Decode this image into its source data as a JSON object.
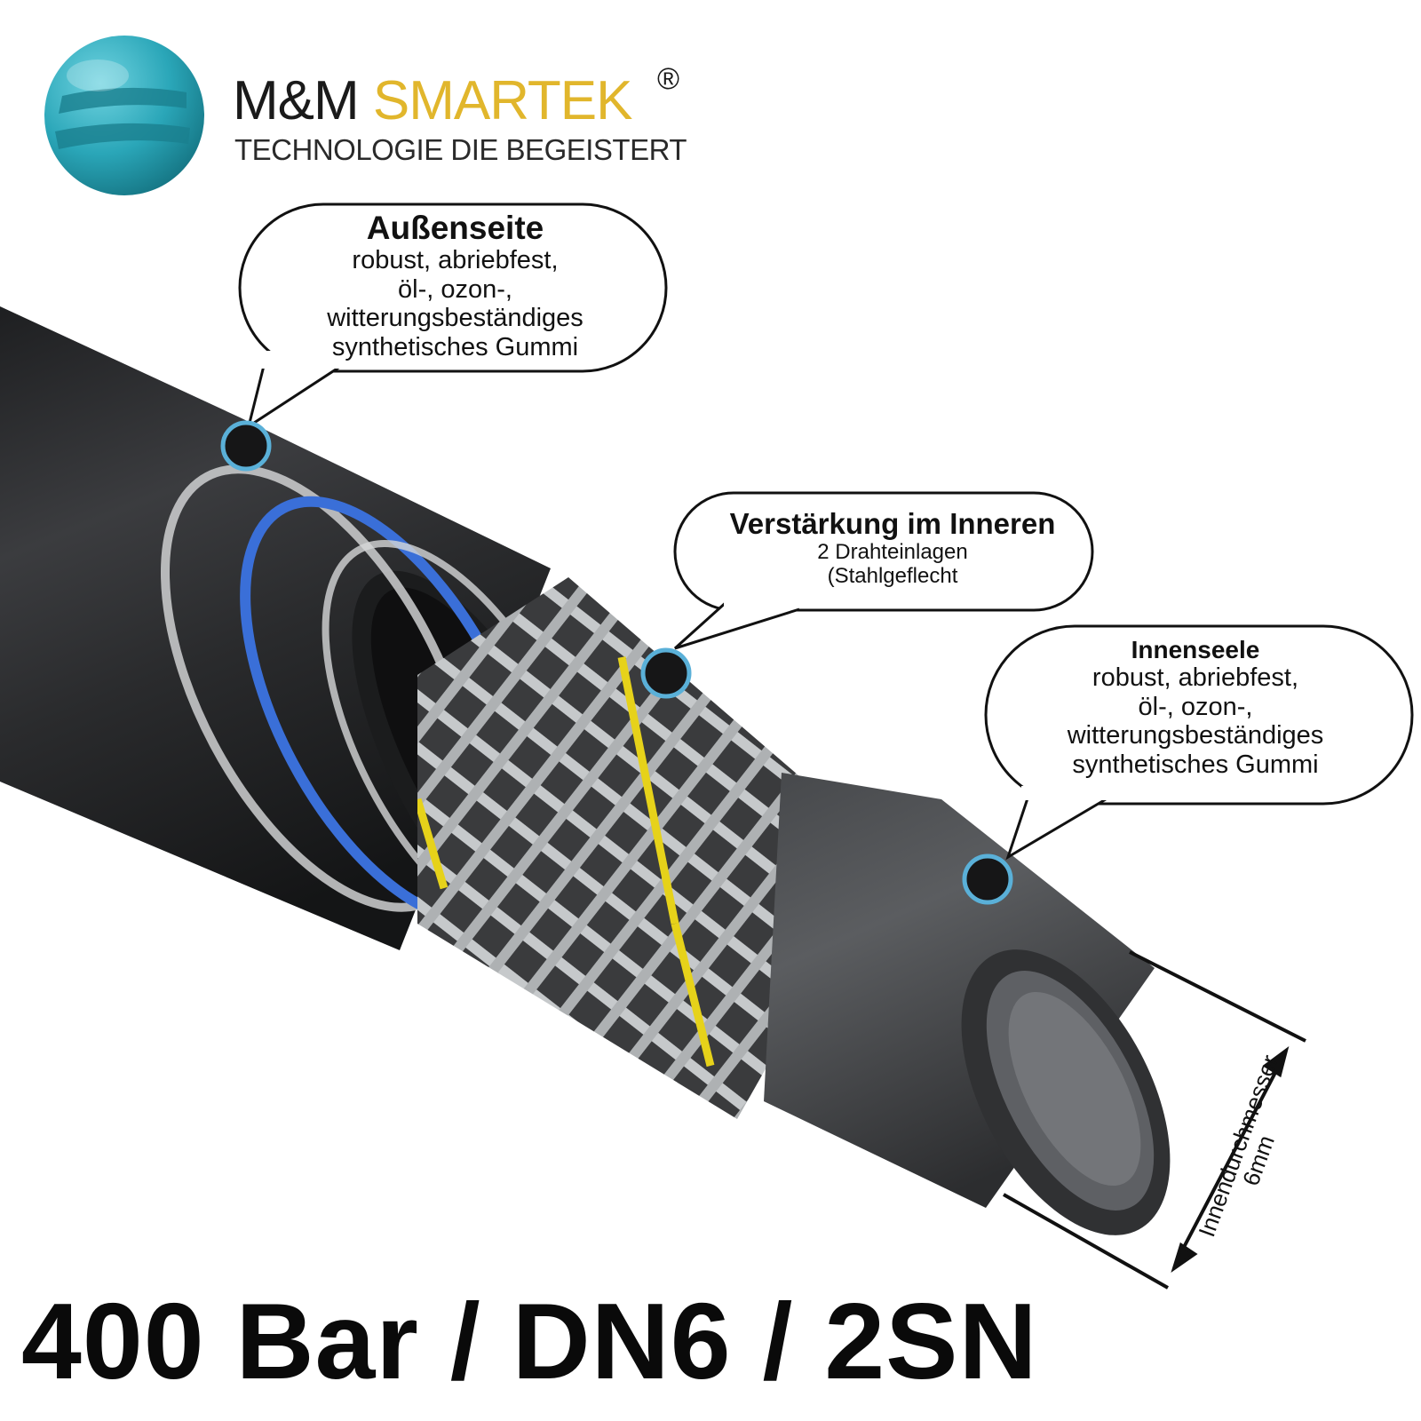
{
  "brand": {
    "name_part1": "M&M",
    "name_part2": "SMARTEK",
    "registered": "®",
    "tagline": "TECHNOLOGIE DIE BEGEISTERT",
    "logo_icon": "teal-sphere-logo-icon",
    "accent_color": "#e1b62c",
    "logo_color": "#2aa6b8"
  },
  "callouts": [
    {
      "title": "Außenseite",
      "lines": [
        "robust, abriebfest,",
        "öl-, ozon-,",
        "witterungsbeständiges",
        "synthetisches Gummi"
      ]
    },
    {
      "title": "Verstärkung im Inneren",
      "lines": [
        "2 Drahteinlagen",
        "(Stahlgeflecht"
      ]
    },
    {
      "title": "Innenseele",
      "lines": [
        "robust, abriebfest,",
        "öl-, ozon-,",
        "witterungsbeständiges",
        "synthetisches Gummi"
      ]
    }
  ],
  "dimension": {
    "label": "Innendurchmesser",
    "value": "6mm"
  },
  "spec_line": "400 Bar / DN6 / 2SN",
  "colors": {
    "hose_rubber": "#2b2c2e",
    "braid_steel": "#bfc2c4",
    "braid_yellow": "#e6d21a",
    "marker_ring": "#5ab0d8",
    "blue_ring": "#3a6fd8"
  }
}
